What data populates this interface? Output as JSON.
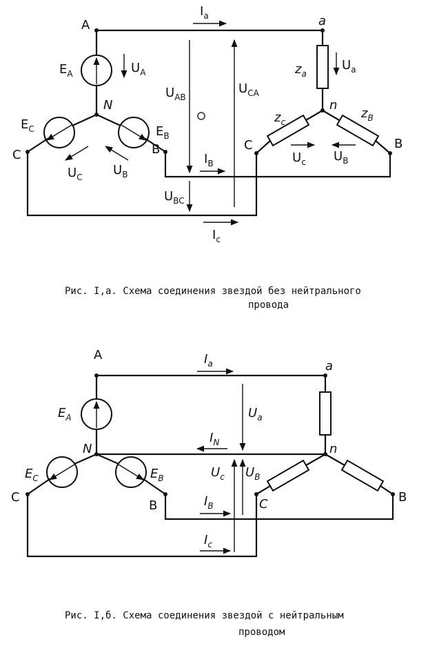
{
  "fig_a": {
    "node_A": "A",
    "node_N": "N",
    "node_B": "B",
    "node_C": "C",
    "node_a": "a",
    "node_n": "n",
    "node_b": "B",
    "node_c": "C",
    "src_A": "E",
    "src_A_sub": "A",
    "src_B": "E",
    "src_B_sub": "B",
    "src_C": "E",
    "src_C_sub": "C",
    "I_a": "I",
    "I_a_sub": "a",
    "I_b": "I",
    "I_b_sub": "B",
    "I_c": "I",
    "I_c_sub": "c",
    "U_A": "U",
    "U_A_sub": "A",
    "U_B": "U",
    "U_B_sub": "B",
    "U_C": "U",
    "U_C_sub": "C",
    "U_AB": "U",
    "U_AB_sub": "AB",
    "U_CA": "U",
    "U_CA_sub": "CA",
    "U_BC": "U",
    "U_BC_sub": "BC",
    "U_a": "U",
    "U_a_sub": "a",
    "U_b": "U",
    "U_b_sub": "B",
    "U_c": "U",
    "U_c_sub": "c",
    "z_a": "z",
    "z_a_sub": "a",
    "z_b": "z",
    "z_b_sub": "B",
    "z_c": "z",
    "z_c_sub": "c",
    "caption_line1": "Рис. I,а.  Схема соединения звездой без нейтрального",
    "caption_line2": "провода"
  },
  "fig_b": {
    "node_A": "A",
    "node_N": "N",
    "node_B": "B",
    "node_C": "C",
    "node_a": "a",
    "node_n": "n",
    "node_b": "B",
    "node_c": "C",
    "src_A": "E",
    "src_A_sub": "A",
    "src_B": "E",
    "src_B_sub": "B",
    "src_C": "E",
    "src_C_sub": "C",
    "I_a": "I",
    "I_a_sub": "a",
    "I_N": "I",
    "I_N_sub": "N",
    "I_b": "I",
    "I_b_sub": "B",
    "I_c": "I",
    "I_c_sub": "c",
    "U_a": "U",
    "U_a_sub": "a",
    "U_c": "U",
    "U_c_sub": "c",
    "U_b": "U",
    "U_b_sub": "B",
    "caption_line1": "Рис. I,б.  Схема соединения звездой с нейтральным",
    "caption_line2": "проводом"
  },
  "colors": {
    "ink": "#111111",
    "paper": "#ffffff"
  }
}
